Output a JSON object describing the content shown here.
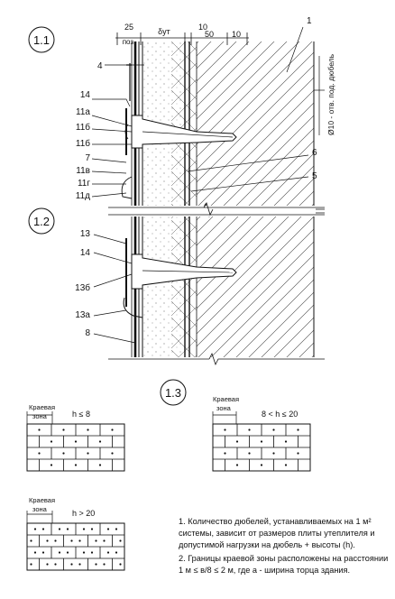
{
  "detail_markers": {
    "d11": "1.1",
    "d12": "1.2",
    "d13": "1.3"
  },
  "dimensions": {
    "d25": "25",
    "pos": "поз.",
    "dut": "δут",
    "d10a": "10",
    "d50": "50",
    "d10b": "10"
  },
  "side_note": "Ø10 - отв. под. дюбель",
  "callouts": {
    "c1": "1",
    "c4": "4",
    "c14a": "14",
    "c11a": "11а",
    "c11b": "11б",
    "c11b2": "11б",
    "c7": "7",
    "c11v": "11в",
    "c11g": "11г",
    "c11d": "11д",
    "c6": "6",
    "c5": "5",
    "c13": "13",
    "c14b": "14",
    "c13b": "13б",
    "c13a": "13а",
    "c8": "8"
  },
  "patterns": [
    {
      "zone_label_1": "Краевая",
      "zone_label_2": "зона",
      "condition": "h ≤ 8"
    },
    {
      "zone_label_1": "Краевая",
      "zone_label_2": "зона",
      "condition": "8 < h ≤ 20"
    },
    {
      "zone_label_1": "Краевая",
      "zone_label_2": "зона",
      "condition": "h > 20"
    }
  ],
  "notes": [
    "1. Количество дюбелей, устанавливаемых на 1 м² системы, зависит от размеров плиты утеплителя и допустимой нагрузки на дюбель + высоты (h).",
    "2. Границы краевой зоны расположены на расстоянии 1 м ≤ в/8 ≤ 2 м, где а - ширина торца здания."
  ]
}
